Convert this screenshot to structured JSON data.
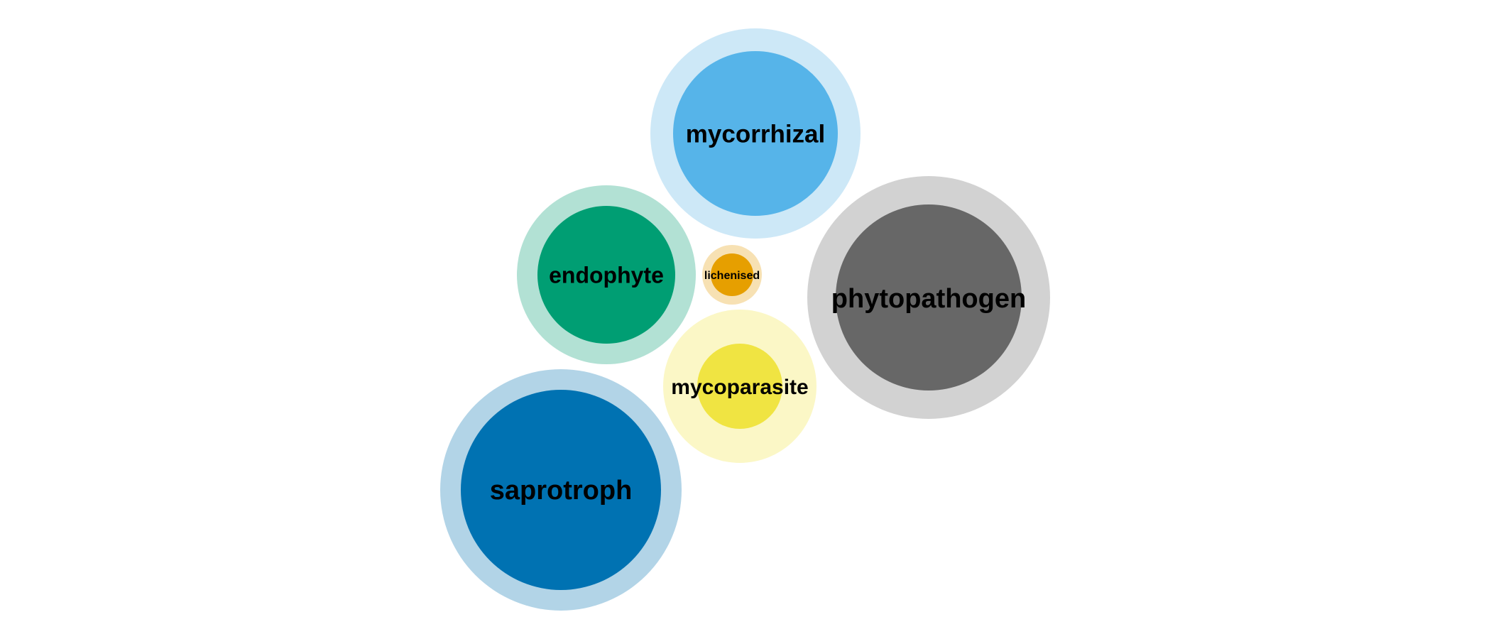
{
  "bubbles": [
    {
      "id": "mycorrhizal",
      "label": "mycorrhizal",
      "inner_color": "#56B4E9",
      "outer_color": "#CDE8F7"
    },
    {
      "id": "endophyte",
      "label": "endophyte",
      "inner_color": "#009E73",
      "outer_color": "#B2E1D4"
    },
    {
      "id": "lichenised",
      "label": "lichenised",
      "inner_color": "#E69F00",
      "outer_color": "#F7E1B3"
    },
    {
      "id": "phytopathogen",
      "label": "phytopathogen",
      "inner_color": "#676767",
      "outer_color": "#D2D2D2"
    },
    {
      "id": "mycoparasite",
      "label": "mycoparasite",
      "inner_color": "#F0E442",
      "outer_color": "#FBF7C6"
    },
    {
      "id": "saprotroph",
      "label": "saprotroph",
      "inner_color": "#0072B2",
      "outer_color": "#B2D4E7"
    }
  ]
}
